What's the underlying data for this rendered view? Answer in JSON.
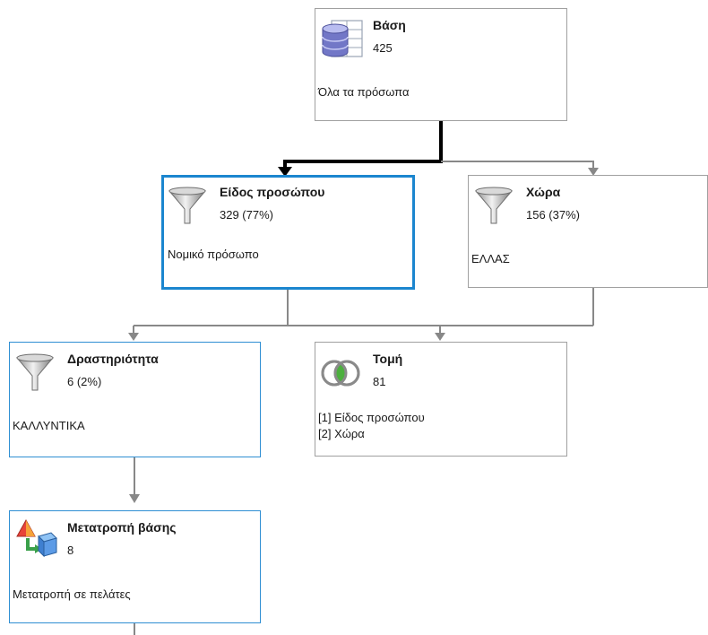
{
  "nodes": {
    "base": {
      "icon": "database-table-icon",
      "title": "Βάση",
      "count": "425",
      "desc": "Όλα τα πρόσωπα"
    },
    "person_type": {
      "icon": "funnel-filter-icon",
      "title": "Είδος προσώπου",
      "count": "329 (77%)",
      "desc": "Νομικό πρόσωπο"
    },
    "country": {
      "icon": "funnel-filter-icon",
      "title": "Χώρα",
      "count": "156 (37%)",
      "desc": "ΕΛΛΑΣ"
    },
    "activity": {
      "icon": "funnel-filter-icon",
      "title": "Δραστηριότητα",
      "count": "6 (2%)",
      "desc": "ΚΑΛΛΥΝΤΙΚΑ"
    },
    "intersection": {
      "icon": "venn-intersection-icon",
      "title": "Τομή",
      "count": "81",
      "desc_lines": [
        "[1] Είδος προσώπου",
        "[2] Χώρα"
      ]
    },
    "conversion": {
      "icon": "base-conversion-icon",
      "title": "Μετατροπή βάσης",
      "count": "8",
      "desc": "Μετατροπή σε πελάτες"
    }
  },
  "colors": {
    "connector": "#888888",
    "active_connector": "#000000",
    "selected_border": "#1b86cf",
    "blue_border": "#2f8fd3",
    "default_border": "#a0a0a0"
  }
}
